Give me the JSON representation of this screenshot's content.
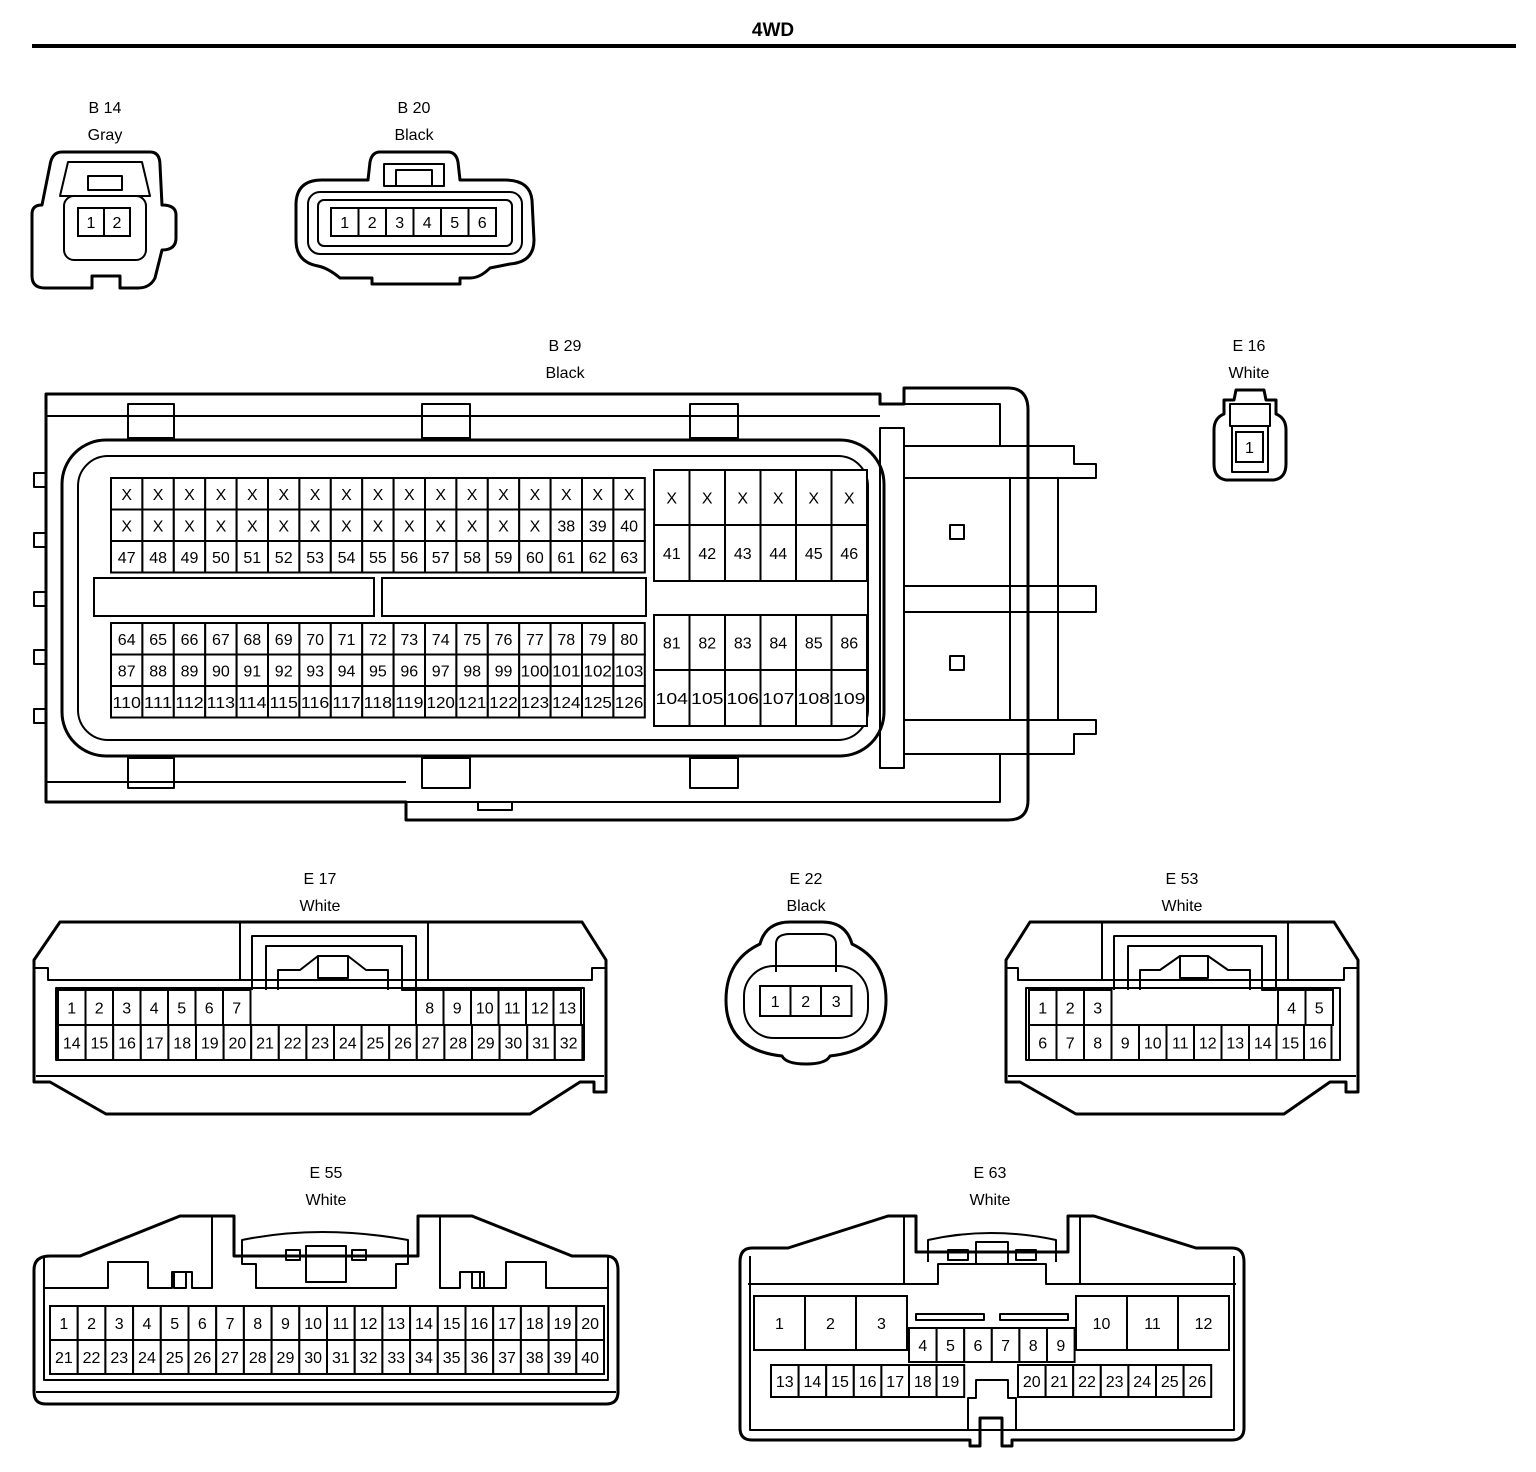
{
  "title": "4WD",
  "connectors": {
    "b14": {
      "id": "B 14",
      "color": "Gray",
      "pins": [
        "1",
        "2"
      ]
    },
    "b20": {
      "id": "B 20",
      "color": "Black",
      "pins": [
        "1",
        "2",
        "3",
        "4",
        "5",
        "6"
      ]
    },
    "b29": {
      "id": "B 29",
      "color": "Black",
      "left_upper": [
        [
          "X",
          "X",
          "X",
          "X",
          "X",
          "X",
          "X",
          "X",
          "X",
          "X",
          "X",
          "X",
          "X",
          "X",
          "X",
          "X",
          "X"
        ],
        [
          "X",
          "X",
          "X",
          "X",
          "X",
          "X",
          "X",
          "X",
          "X",
          "X",
          "X",
          "X",
          "X",
          "X",
          "38",
          "39",
          "40"
        ],
        [
          "47",
          "48",
          "49",
          "50",
          "51",
          "52",
          "53",
          "54",
          "55",
          "56",
          "57",
          "58",
          "59",
          "60",
          "61",
          "62",
          "63"
        ]
      ],
      "left_lower": [
        [
          "64",
          "65",
          "66",
          "67",
          "68",
          "69",
          "70",
          "71",
          "72",
          "73",
          "74",
          "75",
          "76",
          "77",
          "78",
          "79",
          "80"
        ],
        [
          "87",
          "88",
          "89",
          "90",
          "91",
          "92",
          "93",
          "94",
          "95",
          "96",
          "97",
          "98",
          "99",
          "100",
          "101",
          "102",
          "103"
        ],
        [
          "110",
          "111",
          "112",
          "113",
          "114",
          "115",
          "116",
          "117",
          "118",
          "119",
          "120",
          "121",
          "122",
          "123",
          "124",
          "125",
          "126"
        ]
      ],
      "right_upper": [
        [
          "X",
          "X",
          "X",
          "X",
          "X",
          "X"
        ],
        [
          "41",
          "42",
          "43",
          "44",
          "45",
          "46"
        ]
      ],
      "right_lower": [
        [
          "81",
          "82",
          "83",
          "84",
          "85",
          "86"
        ],
        [
          "104",
          "105",
          "106",
          "107",
          "108",
          "109"
        ]
      ]
    },
    "e16": {
      "id": "E 16",
      "color": "White",
      "pins": [
        "1"
      ]
    },
    "e17": {
      "id": "E 17",
      "color": "White",
      "row1_left": [
        "1",
        "2",
        "3",
        "4",
        "5",
        "6",
        "7"
      ],
      "row1_right": [
        "8",
        "9",
        "10",
        "11",
        "12",
        "13"
      ],
      "row2": [
        "14",
        "15",
        "16",
        "17",
        "18",
        "19",
        "20",
        "21",
        "22",
        "23",
        "24",
        "25",
        "26",
        "27",
        "28",
        "29",
        "30",
        "31",
        "32"
      ]
    },
    "e22": {
      "id": "E 22",
      "color": "Black",
      "pins": [
        "1",
        "2",
        "3"
      ]
    },
    "e53": {
      "id": "E 53",
      "color": "White",
      "row1_left": [
        "1",
        "2",
        "3"
      ],
      "row1_right": [
        "4",
        "5"
      ],
      "row2": [
        "6",
        "7",
        "8",
        "9",
        "10",
        "11",
        "12",
        "13",
        "14",
        "15",
        "16"
      ]
    },
    "e55": {
      "id": "E 55",
      "color": "White",
      "row1": [
        "1",
        "2",
        "3",
        "4",
        "5",
        "6",
        "7",
        "8",
        "9",
        "10",
        "11",
        "12",
        "13",
        "14",
        "15",
        "16",
        "17",
        "18",
        "19",
        "20"
      ],
      "row2": [
        "21",
        "22",
        "23",
        "24",
        "25",
        "26",
        "27",
        "28",
        "29",
        "30",
        "31",
        "32",
        "33",
        "34",
        "35",
        "36",
        "37",
        "38",
        "39",
        "40"
      ]
    },
    "e63": {
      "id": "E 63",
      "color": "White",
      "big_left": [
        "1",
        "2",
        "3"
      ],
      "big_right": [
        "10",
        "11",
        "12"
      ],
      "mid": [
        "4",
        "5",
        "6",
        "7",
        "8",
        "9"
      ],
      "bottom_left": [
        "13",
        "14",
        "15",
        "16",
        "17",
        "18",
        "19"
      ],
      "bottom_right": [
        "20",
        "21",
        "22",
        "23",
        "24",
        "25",
        "26"
      ]
    }
  }
}
